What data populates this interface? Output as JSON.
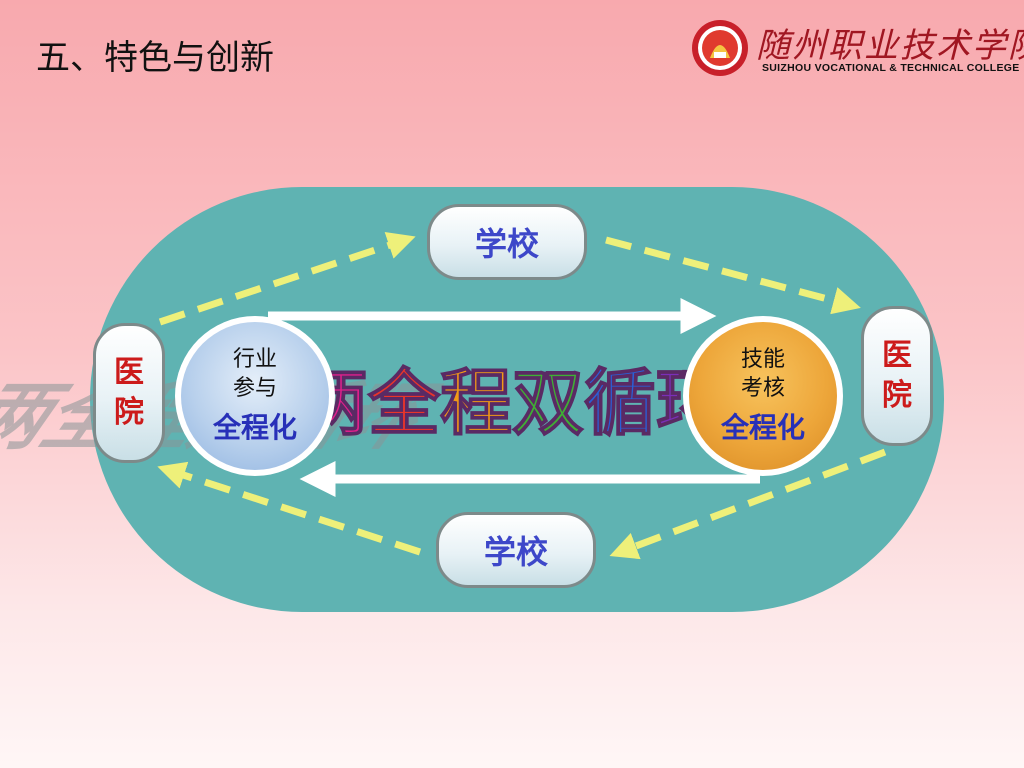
{
  "slide": {
    "title": "五、特色与创新"
  },
  "logo": {
    "cn_name": "随州职业技术学院",
    "en_name": "SUIZHOU VOCATIONAL & TECHNICAL COLLEGE",
    "emblem_icon": "college-emblem-icon"
  },
  "diagram": {
    "center_title": "两全程双循环",
    "center_colors": [
      "#e0208c",
      "#e8352a",
      "#f29a16",
      "#3fae35",
      "#2a5fd6",
      "#7a2fb8"
    ],
    "school_top": "学校",
    "school_bottom": "学校",
    "hospital_left": [
      "医",
      "院"
    ],
    "hospital_right": [
      "医",
      "院"
    ],
    "left_node": {
      "line1": "行业",
      "line2": "参与",
      "line3": "全程化"
    },
    "right_node": {
      "line1": "技能",
      "line2": "考核",
      "line3": "全程化"
    },
    "colors": {
      "track": "#5fb3b2",
      "dashed_arrow": "#eef07a",
      "solid_arrow": "#ffffff",
      "school_text": "#3d47c9",
      "hospital_text": "#cc1b1b"
    }
  }
}
